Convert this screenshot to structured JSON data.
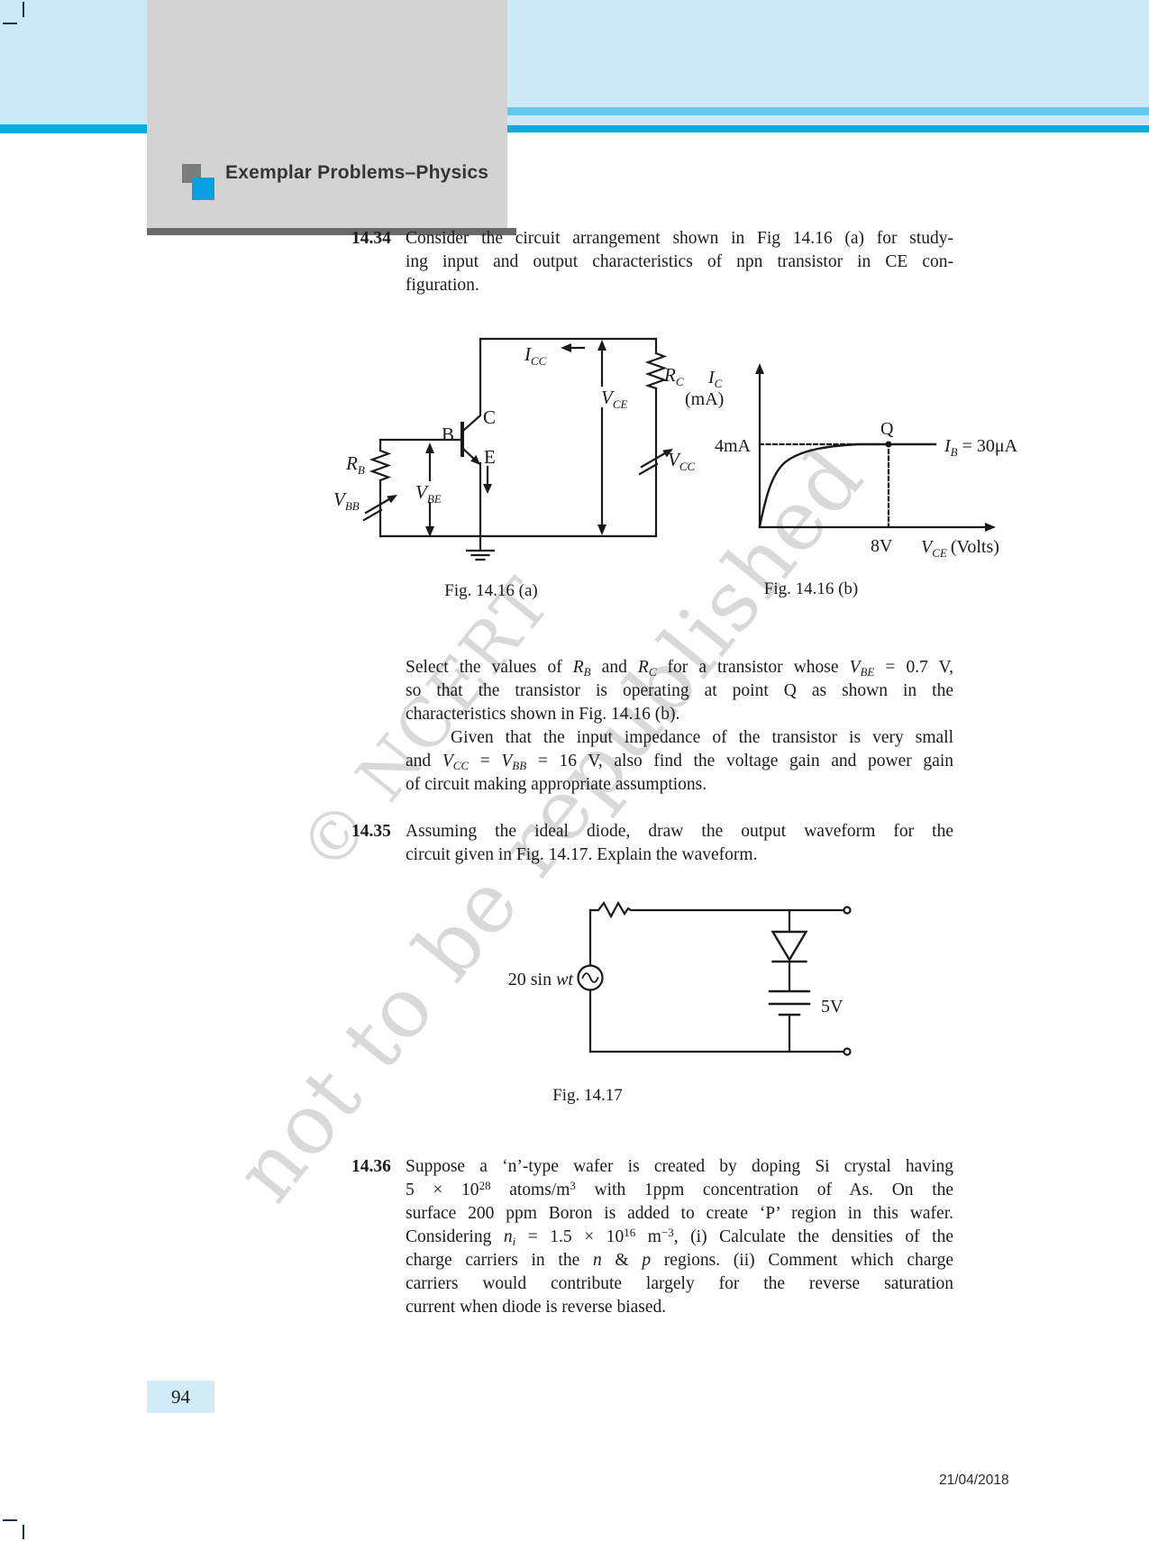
{
  "page": {
    "header_title": "Exemplar Problems–Physics",
    "page_number": "94",
    "date": "21/04/2018",
    "watermark_line1": "© NCERT",
    "watermark_line2": "not to be republished",
    "colors": {
      "light_blue": "#cde9f6",
      "cyan_bar": "#00ade2",
      "medium_blue_bar": "#64c8ee",
      "header_gray": "#d3d3d3",
      "header_dark_bar": "#686a6b",
      "logo_gray": "#7b7c7e",
      "logo_blue": "#0a9fde"
    }
  },
  "problems": {
    "p34": {
      "number": "14.34",
      "lines": [
        {
          "j": 1,
          "s": [
            {
              "x": "Consider the circuit arrangement shown in Fig 14.16 (a) for study-"
            }
          ]
        },
        {
          "j": 1,
          "s": [
            {
              "x": "ing input and output characteristics of npn transistor in CE con-"
            }
          ]
        },
        {
          "s": [
            {
              "x": "figuration."
            }
          ]
        }
      ]
    },
    "p34b": {
      "lines": [
        {
          "j": 1,
          "s": [
            {
              "x": "Select the values of "
            },
            {
              "x": "R",
              "i": 1
            },
            {
              "x": "B",
              "sub": 1,
              "i": 1
            },
            {
              "x": " and "
            },
            {
              "x": "R",
              "i": 1
            },
            {
              "x": "C",
              "sub": 1,
              "i": 1
            },
            {
              "x": " for a transistor whose "
            },
            {
              "x": "V",
              "i": 1
            },
            {
              "x": "BE",
              "sub": 1,
              "i": 1
            },
            {
              "x": " = 0.7 V,"
            }
          ]
        },
        {
          "j": 1,
          "s": [
            {
              "x": "so that the transistor is operating at point Q as shown in the"
            }
          ]
        },
        {
          "s": [
            {
              "x": "characteristics shown in Fig. 14.16 (b)."
            }
          ]
        },
        {
          "j": 1,
          "ind": 1,
          "s": [
            {
              "x": "Given that the input impedance of the transistor is very small"
            }
          ]
        },
        {
          "j": 1,
          "s": [
            {
              "x": "and "
            },
            {
              "x": "V",
              "i": 1
            },
            {
              "x": "CC",
              "sub": 1,
              "i": 1
            },
            {
              "x": " = "
            },
            {
              "x": "V",
              "i": 1
            },
            {
              "x": "BB",
              "sub": 1,
              "i": 1
            },
            {
              "x": " = 16 V, also find the voltage gain and power gain"
            }
          ]
        },
        {
          "s": [
            {
              "x": "of circuit making appropriate assumptions."
            }
          ]
        }
      ]
    },
    "p35": {
      "number": "14.35",
      "lines": [
        {
          "j": 1,
          "s": [
            {
              "x": "Assuming the ideal diode, draw the output waveform for the"
            }
          ]
        },
        {
          "s": [
            {
              "x": "circuit given in Fig. 14.17. Explain the waveform."
            }
          ]
        }
      ]
    },
    "p36": {
      "number": "14.36",
      "lines": [
        {
          "j": 1,
          "s": [
            {
              "x": "Suppose a ‘n’-type wafer is created by doping Si crystal having"
            }
          ]
        },
        {
          "j": 1,
          "s": [
            {
              "x": "5 × 10"
            },
            {
              "x": "28",
              "sup": 1
            },
            {
              "x": " atoms/m"
            },
            {
              "x": "3",
              "sup": 1
            },
            {
              "x": " with 1ppm concentration of As. On the"
            }
          ]
        },
        {
          "j": 1,
          "s": [
            {
              "x": "surface 200 ppm Boron is added to create ‘P’ region in this wafer."
            }
          ]
        },
        {
          "j": 1,
          "s": [
            {
              "x": "Considering "
            },
            {
              "x": "n",
              "i": 1
            },
            {
              "x": "i",
              "sub": 1,
              "i": 1
            },
            {
              "x": " = 1.5 × 10"
            },
            {
              "x": "16",
              "sup": 1
            },
            {
              "x": " m"
            },
            {
              "x": "−3",
              "sup": 1
            },
            {
              "x": ", (i) Calculate the densities of the"
            }
          ]
        },
        {
          "j": 1,
          "s": [
            {
              "x": "charge carriers in the "
            },
            {
              "x": "n",
              "i": 1
            },
            {
              "x": " & "
            },
            {
              "x": "p",
              "i": 1
            },
            {
              "x": " regions. (ii) Comment which charge"
            }
          ]
        },
        {
          "j": 1,
          "s": [
            {
              "x": "carriers would contribute largely for the reverse saturation"
            }
          ]
        },
        {
          "s": [
            {
              "x": "current when diode is reverse biased."
            }
          ]
        }
      ]
    }
  },
  "fig_a": {
    "caption": "Fig. 14.16 (a)",
    "rb": [
      "R",
      "B"
    ],
    "vbb": [
      "V",
      "BB"
    ],
    "vbe": [
      "V",
      "BE"
    ],
    "b": "B",
    "c": "C",
    "e": "E",
    "icc": [
      "I",
      "CC"
    ],
    "vce": [
      "V",
      "CE"
    ],
    "rc": [
      "R",
      "C"
    ],
    "vcc": [
      "V",
      "CC"
    ]
  },
  "fig_b": {
    "caption": "Fig. 14.16 (b)",
    "yaxis": [
      "I",
      "C",
      "(mA)"
    ],
    "level": "4mA",
    "q": "Q",
    "ib": [
      "I",
      "B",
      "= 30μA"
    ],
    "x8": "8V",
    "xaxis": [
      "V",
      "CE",
      "(Volts)"
    ]
  },
  "fig17": {
    "caption": "Fig. 14.17",
    "source": [
      "20 sin ",
      "wt"
    ],
    "battery": "5V"
  },
  "chart_data": {
    "type": "line",
    "title": "Fig. 14.16 (b) — output characteristic of npn transistor (CE)",
    "xlabel": "VCE (Volts)",
    "ylabel": "IC (mA)",
    "legend": [
      "IB = 30μA"
    ],
    "annotations": [
      "Q point at VCE = 8 V, IC = 4 mA",
      "dashed guides from Q to both axes"
    ],
    "series": [
      {
        "name": "IB = 30μA",
        "x": [
          0,
          0.5,
          1,
          2,
          4,
          6,
          8,
          10,
          12
        ],
        "y": [
          0,
          2.0,
          3.1,
          3.6,
          3.85,
          3.95,
          4.0,
          4.0,
          4.0
        ]
      }
    ],
    "xlim": [
      0,
      13
    ],
    "ylim": [
      0,
      5.5
    ],
    "grid": false,
    "legend_position": "right-of-curve"
  }
}
